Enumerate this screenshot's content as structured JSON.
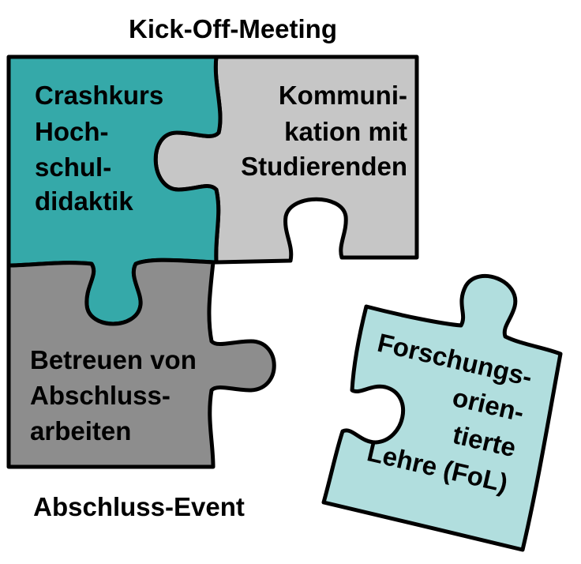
{
  "title_top": "Kick-Off-Meeting",
  "title_bottom": "Abschluss-Event",
  "pieces": {
    "crashkurs": {
      "lines": [
        "Crashkurs",
        "Hoch-",
        "schul-",
        "didaktik"
      ],
      "color": "#35a9a9"
    },
    "kommunikation": {
      "lines": [
        "Kommuni-",
        "kation mit",
        "Studierenden"
      ],
      "color": "#c6c6c6"
    },
    "betreuen": {
      "lines": [
        "Betreuen von",
        "Abschluss-",
        "arbeiten"
      ],
      "color": "#8d8d8d"
    },
    "forschung": {
      "lines": [
        "Forschungs-",
        "orien-",
        "tierte",
        "Lehre (FoL)"
      ],
      "color": "#b1dede"
    }
  }
}
